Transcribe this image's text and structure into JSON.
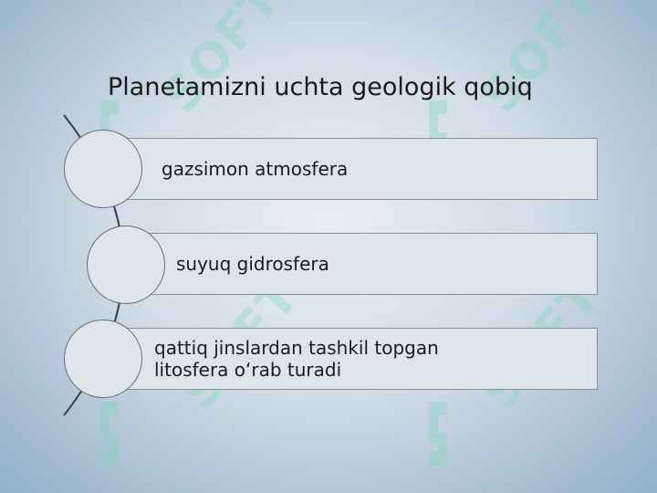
{
  "slide": {
    "title": "Planetamizni uchta geologik qobiq",
    "items": [
      {
        "text": "gazsimon atmosfera"
      },
      {
        "text": "suyuq gidrosfera"
      },
      {
        "text": "qattiq jinslardan tashkil topgan litosfera o‘rab turadi"
      }
    ]
  },
  "watermark": {
    "text": "SOFT",
    "color": "#7fd6b8"
  }
}
